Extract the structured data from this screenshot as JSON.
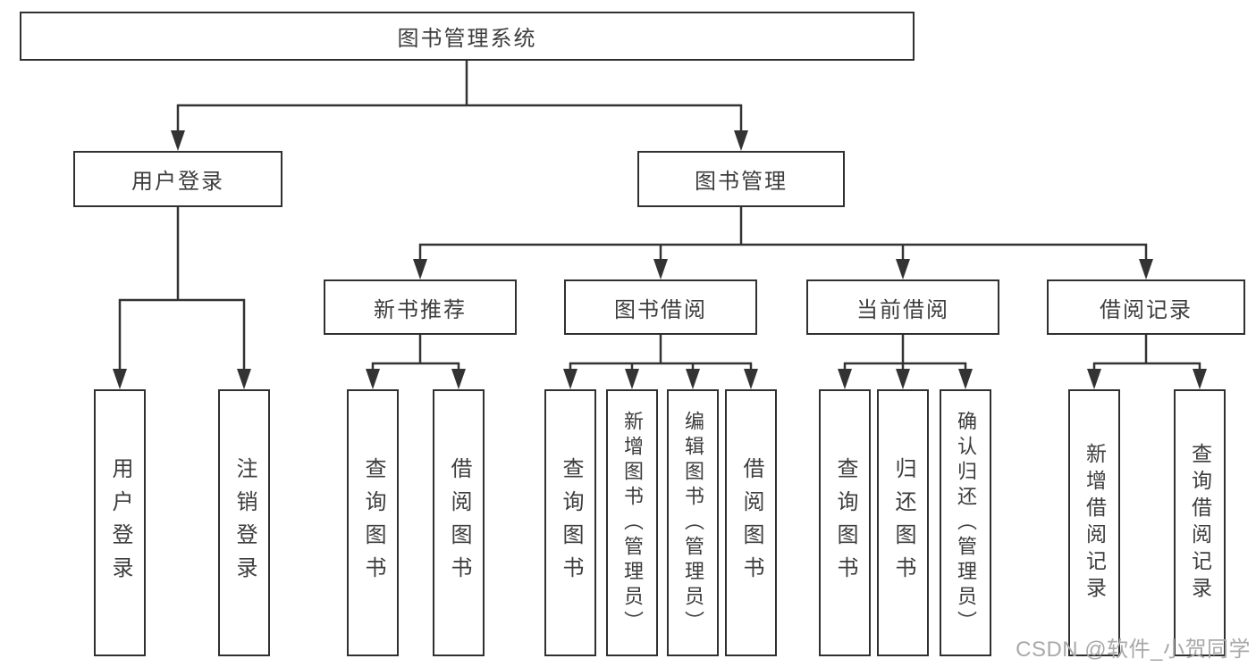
{
  "tree": {
    "label": "图书管理系统",
    "children": [
      {
        "label": "用户登录",
        "children": [
          {
            "label": "用户登录"
          },
          {
            "label": "注销登录"
          }
        ]
      },
      {
        "label": "图书管理",
        "children": [
          {
            "label": "新书推荐",
            "children": [
              {
                "label": "查询图书"
              },
              {
                "label": "借阅图书"
              }
            ]
          },
          {
            "label": "图书借阅",
            "children": [
              {
                "label": "查询图书"
              },
              {
                "label": "新增图书（管理员）"
              },
              {
                "label": "编辑图书（管理员）"
              },
              {
                "label": "借阅图书"
              }
            ]
          },
          {
            "label": "当前借阅",
            "children": [
              {
                "label": "查询图书"
              },
              {
                "label": "归还图书"
              },
              {
                "label": "确认归还（管理员）"
              }
            ]
          },
          {
            "label": "借阅记录",
            "children": [
              {
                "label": "新增借阅记录"
              },
              {
                "label": "查询借阅记录"
              }
            ]
          }
        ]
      }
    ]
  },
  "watermark": "CSDN @软件_小贺同学",
  "colors": {
    "line": "#333333",
    "box_border": "#303030",
    "text": "#3d3d3d",
    "watermark": "#a9a9a9",
    "background": "#ffffff"
  }
}
